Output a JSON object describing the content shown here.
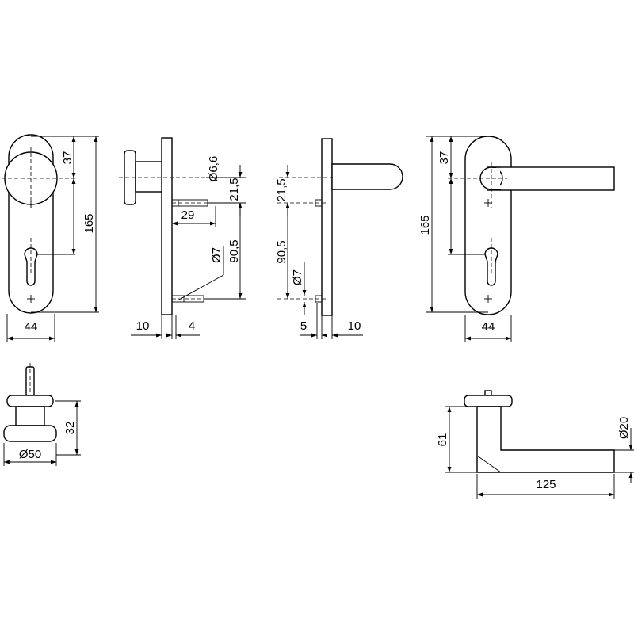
{
  "dimensions": {
    "knob_front_37": "37",
    "knob_front_165": "165",
    "knob_front_width": "44",
    "knob_side_diam_hole": "Ø6,6",
    "knob_side_21_5": "21,5",
    "knob_side_29": "29",
    "knob_side_diam_7": "Ø7",
    "knob_side_90_5": "90,5",
    "knob_side_10": "10",
    "knob_side_4": "4",
    "lever_side_21_5": "21,5",
    "lever_side_90_5": "90,5",
    "lever_side_diam_7": "Ø7",
    "lever_side_5": "5",
    "lever_side_10": "10",
    "lever_front_37": "37",
    "lever_front_165": "165",
    "lever_front_width": "44",
    "knob_height_32": "32",
    "knob_diam_50": "Ø50",
    "lever_height_61": "61",
    "lever_diam_20": "Ø20",
    "lever_length_125": "125"
  },
  "colors": {
    "line": "#000000",
    "background": "#ffffff"
  }
}
